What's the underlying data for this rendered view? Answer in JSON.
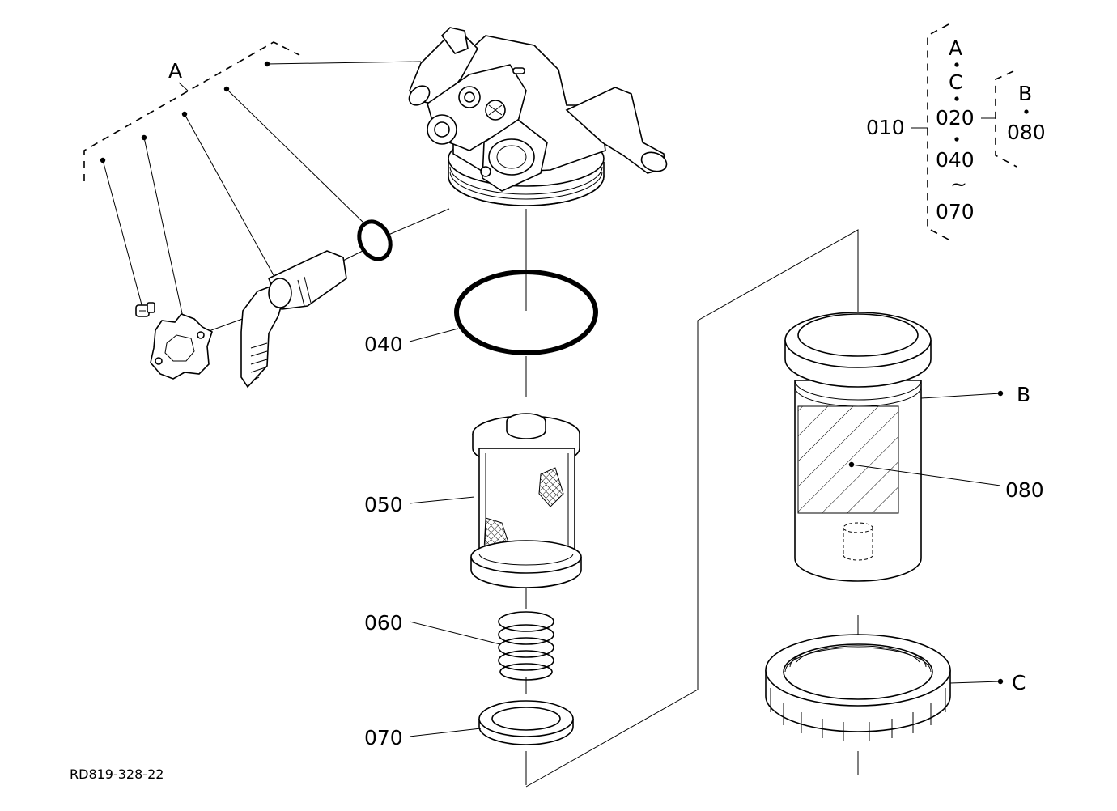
{
  "diagram_id": "RD819-328-22",
  "callouts": {
    "p010": "010",
    "p020": "020",
    "p040_legend": "040",
    "p070_legend": "070",
    "p080_legend": "080",
    "range_mark": "~",
    "group_a": "A",
    "group_b": "B",
    "group_c": "C"
  },
  "part_labels": {
    "p040": "040",
    "p050": "050",
    "p060": "060",
    "p070": "070",
    "p080": "080"
  },
  "leader_labels": {
    "a": "A",
    "b": "B",
    "c": "C"
  }
}
